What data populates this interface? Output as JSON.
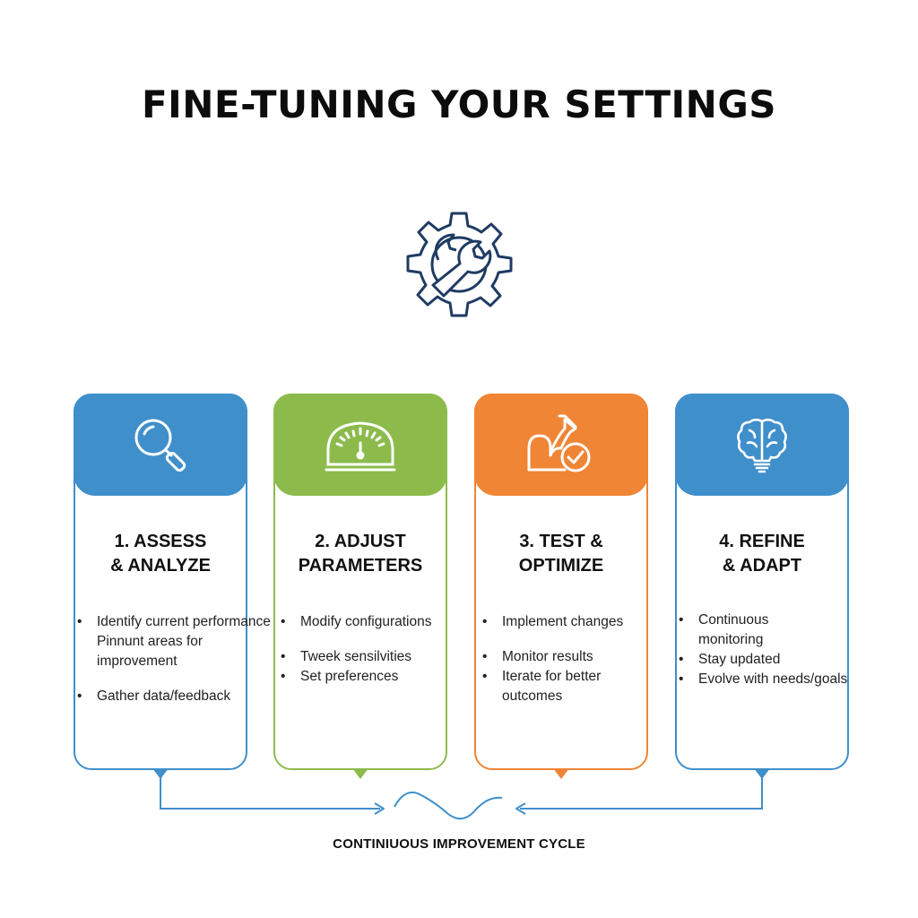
{
  "title": "FINE-TUNING YOUR SETTINGS",
  "colors": {
    "blue": "#3f8fcb",
    "green": "#8cbb4c",
    "orange": "#f08536",
    "navy": "#1f3b63"
  },
  "center_icon": "gear-wrench-icon",
  "steps": [
    {
      "title_line1": "1. ASSESS",
      "title_line2": "& ANALYZE",
      "icon": "magnifier-icon",
      "bullets": [
        "Identify current performance",
        "Pinnunt areas for",
        "improvement",
        "",
        "Gather data/feedback"
      ]
    },
    {
      "title_line1": "2. ADJUST",
      "title_line2": "PARAMETERS",
      "icon": "gauge-icon",
      "bullets": [
        "Modify configurations",
        "",
        "Tweek sensilvities",
        "Set preferences"
      ]
    },
    {
      "title_line1": "3. TEST &",
      "title_line2": "OPTIMIZE",
      "icon": "chart-check-icon",
      "bullets": [
        "Implement changes",
        "",
        "Monitor results",
        "Iterate for better",
        "outcomes"
      ]
    },
    {
      "title_line1": "4. REFINE",
      "title_line2": "& ADAPT",
      "icon": "brain-bulb-icon",
      "bullets": [
        "Continuous",
        "monitoring",
        "Stay updated",
        "Evolve with needs/goals"
      ]
    }
  ],
  "cycle_label": "CONTINIUOUS IMPROVEMENT CYCLE"
}
